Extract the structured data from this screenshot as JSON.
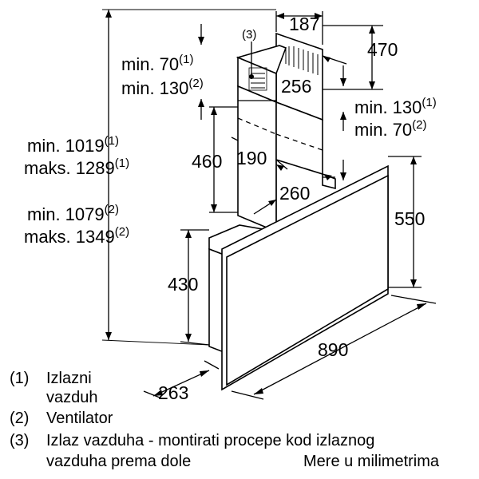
{
  "dimensions": {
    "d187": "187",
    "d470": "470",
    "d256": "256",
    "d190": "190",
    "d460": "460",
    "d260": "260",
    "d550": "550",
    "d430": "430",
    "d890": "890",
    "d263": "263",
    "min70_label": "min. 70",
    "min70_ref": "(1)",
    "min130_label": "min. 130",
    "min130_ref": "(2)",
    "right_min130_label": "min. 130",
    "right_min130_ref": "(1)",
    "right_min70_label": "min. 70",
    "right_min70_ref": "(2)",
    "min1019_label": "min. 1019",
    "min1019_ref": "(1)",
    "maks1289_label": "maks. 1289",
    "maks1289_ref": "(1)",
    "min1079_label": "min. 1079",
    "min1079_ref": "(2)",
    "maks1349_label": "maks. 1349",
    "maks1349_ref": "(2)",
    "callout3": "(3)"
  },
  "legend": {
    "item1_num": "(1)",
    "item1_line1": "Izlazni",
    "item1_line2": "vazduh",
    "item2_num": "(2)",
    "item2_text": "Ventilator",
    "item3_num": "(3)",
    "item3_line1": "Izlaz vazduha - montirati procepe kod izlaznog",
    "item3_line2": "vazduha prema dole",
    "units": "Mere u milimetrima"
  }
}
